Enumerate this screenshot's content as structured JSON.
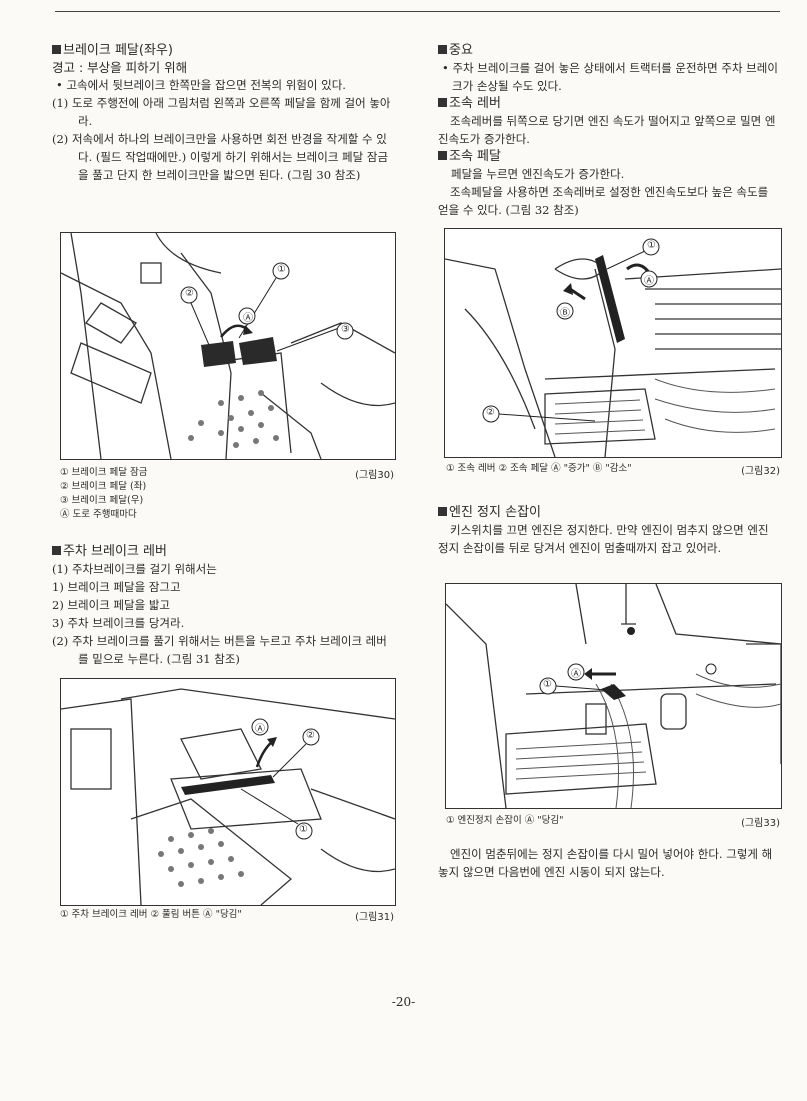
{
  "left": {
    "brake_pedal": {
      "heading": "브레이크 페달(좌우)",
      "warning": "경고 : 부상을 피하기 위해",
      "bullet": "• 고속에서 뒷브레이크 한쪽만을 잡으면 전복의 위험이 있다.",
      "item1": "(1) 도로 주행전에 아래 그림처럼 왼쪽과 오른쪽 페달을 함께 걸어 놓아라.",
      "item2": "(2) 저속에서 하나의 브레이크만을 사용하면 회전 반경을 작게할 수 있다. (필드 작업때에만.) 이렇게 하기 위해서는 브레이크 페달 잠금을 풀고 단지 한 브레이크만을 밟으면 된다. (그림 30 참조)"
    },
    "fig30": {
      "caption": [
        "① 브레이크 페달 잠금",
        "② 브레이크 페달 (좌)",
        "③ 브레이크 페달(우)",
        "Ⓐ 도로 주행때마다"
      ],
      "ref": "(그림30)",
      "labels": {
        "c1": "①",
        "c2": "②",
        "c3": "③",
        "a": "Ⓐ"
      }
    },
    "parking_brake": {
      "heading": "주차 브레이크 레버",
      "l1": "(1) 주차브레이크를 걸기 위해서는",
      "l2": "1) 브레이크 페달을 잠그고",
      "l3": "2) 브레이크 페달을 밟고",
      "l4": "3) 주차 브레이크를 당겨라.",
      "l5": "(2) 주차 브레이크를 풀기 위해서는 버튼을 누르고 주차 브레이크 레버를 밑으로 누른다. (그림 31 참조)"
    },
    "fig31": {
      "caption": "① 주차 브레이크 레버 ② 풀림 버튼 Ⓐ \"당김\"",
      "ref": "(그림31)",
      "labels": {
        "c1": "①",
        "c2": "②",
        "a": "Ⓐ"
      }
    }
  },
  "right": {
    "important": {
      "heading": "중요",
      "bullet": "• 주차 브레이크를 걸어 놓은 상태에서 트랙터를 운전하면 주차 브레이크가 손상될 수도 있다."
    },
    "throttle_lever": {
      "heading": "조속 레버",
      "text": "조속레버를 뒤쪽으로 당기면 엔진 속도가 떨어지고 앞쪽으로 밀면 엔진속도가 증가한다."
    },
    "throttle_pedal": {
      "heading": "조속 페달",
      "t1": "페달을 누르면 엔진속도가 증가한다.",
      "t2": "조속페달을 사용하면 조속레버로 설정한 엔진속도보다 높은 속도를 얻을 수 있다. (그림 32 참조)"
    },
    "fig32": {
      "caption": "① 조속 레버 ② 조속 페달 Ⓐ \"증가\" Ⓑ \"감소\"",
      "ref": "(그림32)",
      "labels": {
        "c1": "①",
        "c2": "②",
        "a": "Ⓐ",
        "b": "Ⓑ"
      }
    },
    "engine_stop": {
      "heading": "엔진 정지 손잡이",
      "text": "키스위치를 끄면 엔진은 정지한다. 만약 엔진이 멈추지 않으면 엔진 정지 손잡이를 뒤로 당겨서 엔진이 멈출때까지 잡고 있어라."
    },
    "fig33": {
      "caption": "① 엔진정지 손잡이 Ⓐ \"당김\"",
      "ref": "(그림33)",
      "labels": {
        "c1": "①",
        "a": "Ⓐ"
      }
    },
    "after_stop": "엔진이 멈춘뒤에는 정지 손잡이를 다시 밀어 넣어야 한다. 그렇게 해 놓지 않으면 다음번에 엔진 시동이 되지 않는다."
  },
  "page_number": "-20-"
}
